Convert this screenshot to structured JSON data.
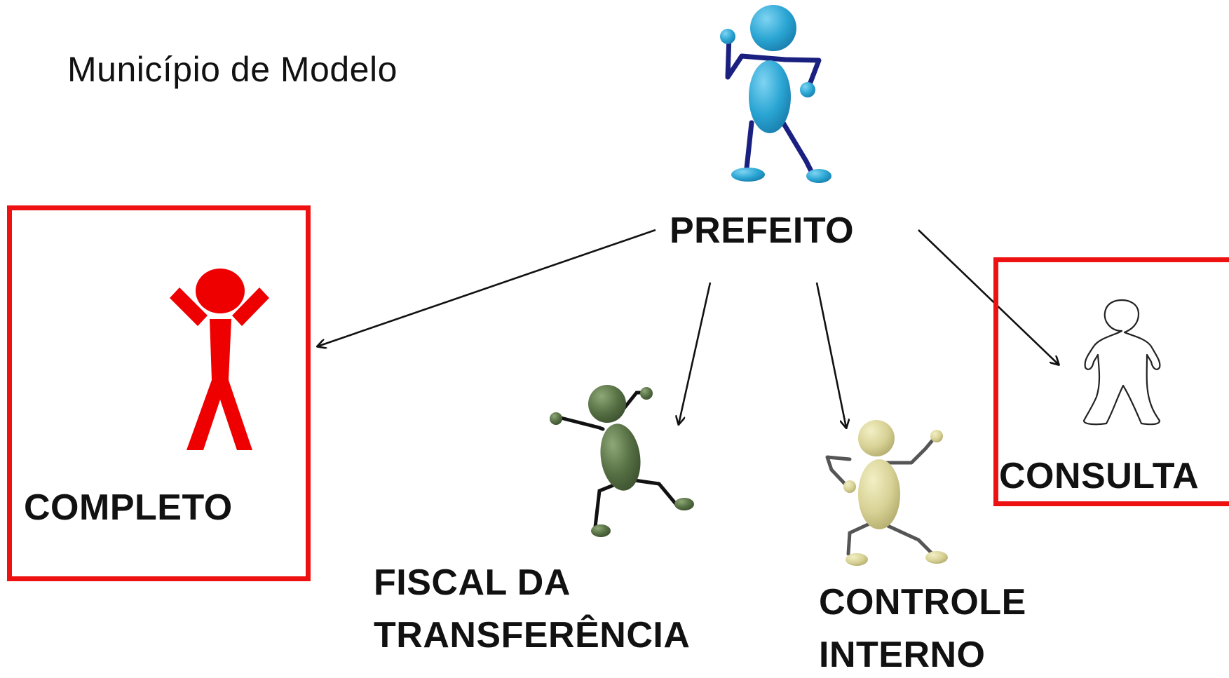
{
  "title": "Município de Modelo",
  "nodes": {
    "prefeito": {
      "label": "PREFEITO",
      "icon": "blue-stick-figure-icon"
    },
    "completo": {
      "label": "COMPLETO",
      "icon": "red-stick-figure-icon"
    },
    "fiscal": {
      "label_line1": "FISCAL DA",
      "label_line2": "TRANSFERÊNCIA",
      "icon": "green-stick-figure-icon"
    },
    "controle": {
      "label_line1": "CONTROLE",
      "label_line2": "INTERNO",
      "icon": "khaki-stick-figure-icon"
    },
    "consulta": {
      "label": "CONSULTA",
      "icon": "outline-person-icon"
    }
  },
  "edges": [
    {
      "from": "PREFEITO",
      "to": "COMPLETO"
    },
    {
      "from": "PREFEITO",
      "to": "FISCAL DA TRANSFERÊNCIA"
    },
    {
      "from": "PREFEITO",
      "to": "CONTROLE INTERNO"
    },
    {
      "from": "PREFEITO",
      "to": "CONSULTA"
    }
  ],
  "colors": {
    "highlight_border": "#ee1111",
    "prefeito_figure": "#29a6d4",
    "prefeito_limbs": "#1a2080",
    "completo_figure": "#ee0000",
    "fiscal_figure": "#4e6b3c",
    "controle_figure": "#d8d296",
    "arrow": "#111111"
  }
}
